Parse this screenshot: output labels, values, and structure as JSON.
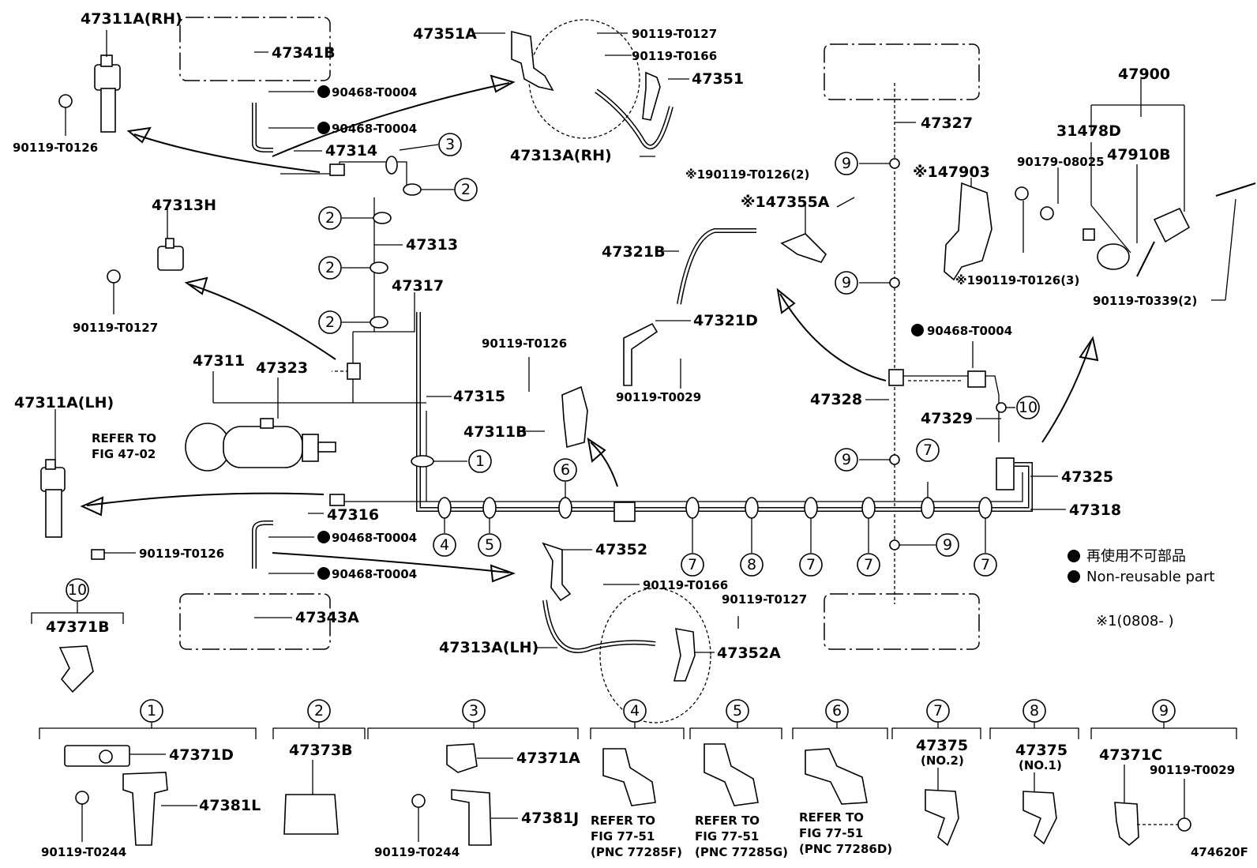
{
  "labels": {
    "p47311A_RH": "47311A(RH)",
    "p47341B": "47341B",
    "p90468_T0004_a": "90468-T0004",
    "p90468_T0004_b": "90468-T0004",
    "p47314": "47314",
    "p90119_T0126_a": "90119-T0126",
    "p47351A": "47351A",
    "p90119_T0127_a": "90119-T0127",
    "p90119_T0166_a": "90119-T0166",
    "p47351": "47351",
    "p47313A_RH": "47313A(RH)",
    "p47313H": "47313H",
    "p47313": "47313",
    "p90119_T0127_b": "90119-T0127",
    "p47317": "47317",
    "p47311": "47311",
    "p47323": "47323",
    "p47315": "47315",
    "p47311A_LH": "47311A(LH)",
    "refer_fig_a": "REFER TO",
    "refer_fig_b": "FIG 47-02",
    "p90119_T0126_b": "90119-T0126",
    "p47311B": "47311B",
    "p47316": "47316",
    "p90468_T0004_c": "90468-T0004",
    "p90468_T0004_d": "90468-T0004",
    "p90119_T0126_c": "90119-T0126",
    "p47343A": "47343A",
    "p47352": "47352",
    "p90119_T0166_b": "90119-T0166",
    "p90119_T0127_c": "90119-T0127",
    "p47313A_LH": "47313A(LH)",
    "p47352A": "47352A",
    "p47321B": "47321B",
    "p47321D": "47321D",
    "p90119_T0029_a": "90119-T0029",
    "p47355A": "※147355A",
    "p90119_T0126_2": "※190119-T0126(2)",
    "p47327": "47327",
    "p47328": "47328",
    "p90468_T0004_e": "90468-T0004",
    "p47329": "47329",
    "p47325": "47325",
    "p47318": "47318",
    "p47903": "※147903",
    "p90119_T0126_3": "※190119-T0126(3)",
    "p90179_08025": "90179-08025",
    "p31478D": "31478D",
    "p47900": "47900",
    "p47910B": "47910B",
    "p90119_T0339": "90119-T0339(2)",
    "p47371B": "47371B",
    "p47371D": "47371D",
    "p47381L": "47381L",
    "p90119_T0244_a": "90119-T0244",
    "p47373B": "47373B",
    "p47371A": "47371A",
    "p47381J": "47381J",
    "p90119_T0244_b": "90119-T0244",
    "refer_a1": "REFER TO",
    "refer_a2": "FIG 77-51",
    "refer_a3": "(PNC 77285F)",
    "refer_b1": "REFER TO",
    "refer_b2": "FIG 77-51",
    "refer_b3": "(PNC 77285G)",
    "refer_c1": "REFER TO",
    "refer_c2": "FIG 77-51",
    "refer_c3": "(PNC 77286D)",
    "p47375_a": "47375",
    "no2": "(NO.2)",
    "p47375_b": "47375",
    "no1": "(NO.1)",
    "p47371C": "47371C",
    "p90119_T0029_b": "90119-T0029",
    "drawing_no": "474620F"
  },
  "callouts": [
    "1",
    "2",
    "3",
    "4",
    "5",
    "6",
    "7",
    "8",
    "9",
    "10"
  ],
  "legend": {
    "jp": "再使用不可部品",
    "en": "Non-reusable part",
    "note": "※1(0808-       )"
  }
}
